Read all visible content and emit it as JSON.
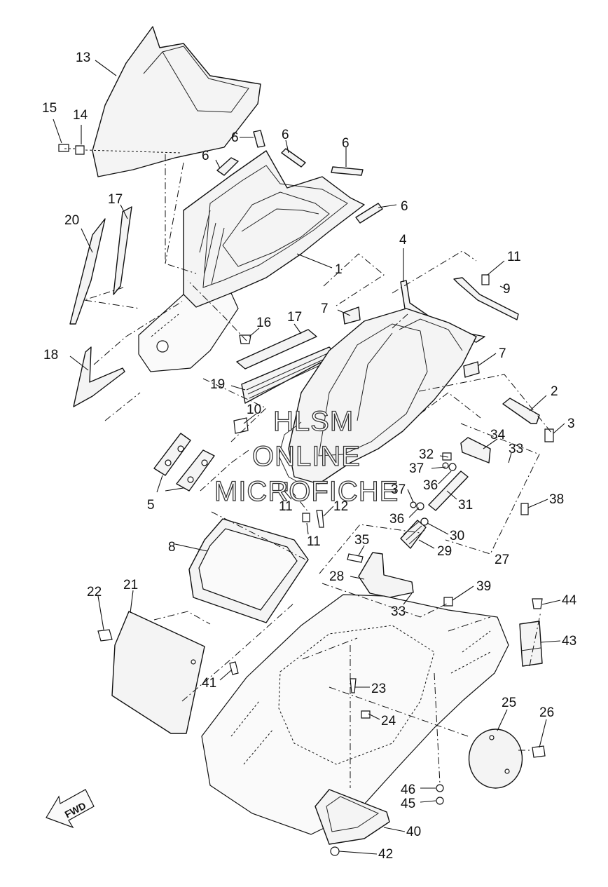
{
  "watermark": {
    "line1": "HLSM",
    "line2": "ONLINE",
    "line3": "MICROFICHE"
  },
  "direction_badge": "FWD",
  "callouts": [
    {
      "id": "c1",
      "label": "1"
    },
    {
      "id": "c2",
      "label": "2"
    },
    {
      "id": "c3",
      "label": "3"
    },
    {
      "id": "c4",
      "label": "4"
    },
    {
      "id": "c5",
      "label": "5"
    },
    {
      "id": "c6a",
      "label": "6"
    },
    {
      "id": "c6b",
      "label": "6"
    },
    {
      "id": "c6c",
      "label": "6"
    },
    {
      "id": "c6d",
      "label": "6"
    },
    {
      "id": "c6e",
      "label": "6"
    },
    {
      "id": "c7a",
      "label": "7"
    },
    {
      "id": "c7b",
      "label": "7"
    },
    {
      "id": "c8",
      "label": "8"
    },
    {
      "id": "c9",
      "label": "9"
    },
    {
      "id": "c10",
      "label": "10"
    },
    {
      "id": "c11a",
      "label": "11"
    },
    {
      "id": "c11b",
      "label": "11"
    },
    {
      "id": "c11c",
      "label": "11"
    },
    {
      "id": "c12",
      "label": "12"
    },
    {
      "id": "c13",
      "label": "13"
    },
    {
      "id": "c14",
      "label": "14"
    },
    {
      "id": "c15",
      "label": "15"
    },
    {
      "id": "c16",
      "label": "16"
    },
    {
      "id": "c17a",
      "label": "17"
    },
    {
      "id": "c17b",
      "label": "17"
    },
    {
      "id": "c18",
      "label": "18"
    },
    {
      "id": "c19",
      "label": "19"
    },
    {
      "id": "c20",
      "label": "20"
    },
    {
      "id": "c21",
      "label": "21"
    },
    {
      "id": "c22",
      "label": "22"
    },
    {
      "id": "c23",
      "label": "23"
    },
    {
      "id": "c24",
      "label": "24"
    },
    {
      "id": "c25",
      "label": "25"
    },
    {
      "id": "c26",
      "label": "26"
    },
    {
      "id": "c27",
      "label": "27"
    },
    {
      "id": "c28",
      "label": "28"
    },
    {
      "id": "c29",
      "label": "29"
    },
    {
      "id": "c30",
      "label": "30"
    },
    {
      "id": "c31",
      "label": "31"
    },
    {
      "id": "c32",
      "label": "32"
    },
    {
      "id": "c33a",
      "label": "33"
    },
    {
      "id": "c33b",
      "label": "33"
    },
    {
      "id": "c34",
      "label": "34"
    },
    {
      "id": "c35",
      "label": "35"
    },
    {
      "id": "c36a",
      "label": "36"
    },
    {
      "id": "c36b",
      "label": "36"
    },
    {
      "id": "c37a",
      "label": "37"
    },
    {
      "id": "c37b",
      "label": "37"
    },
    {
      "id": "c38",
      "label": "38"
    },
    {
      "id": "c39",
      "label": "39"
    },
    {
      "id": "c40",
      "label": "40"
    },
    {
      "id": "c41",
      "label": "41"
    },
    {
      "id": "c42",
      "label": "42"
    },
    {
      "id": "c43",
      "label": "43"
    },
    {
      "id": "c44",
      "label": "44"
    },
    {
      "id": "c45",
      "label": "45"
    },
    {
      "id": "c46",
      "label": "46"
    }
  ]
}
